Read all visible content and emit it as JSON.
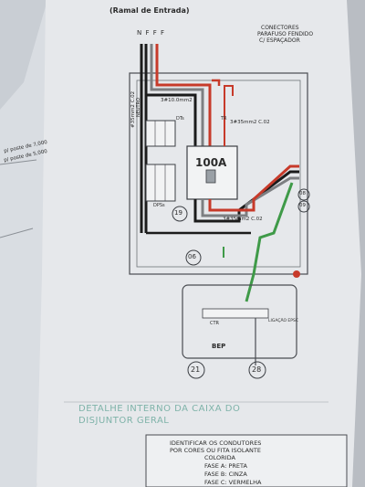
{
  "photo": {
    "paper_color": "#e6e8eb",
    "background_color": "#2a2d33",
    "ink_color": "#2b2b2b",
    "accent_color": "#7fb3a9",
    "phase_colors": {
      "a": "#1b1b1b",
      "b": "#7d7f82",
      "c": "#c73a2a",
      "neutral": "#3a7fc2",
      "ground": "#3f9a48"
    }
  },
  "diagram": {
    "title": "(Ramal de Entrada)",
    "phase_labels": "N F F F",
    "connectors_note": [
      "CONECTORES",
      "PARAFUSO FENDIDO",
      "C/ ESPAÇADOR"
    ],
    "cable_spec_left": "#35mm2 C.02",
    "cable_spec_top": "3#10.0mm2",
    "cable_spec_right": "3#35mm2 C.02",
    "cable_spec_bottom": "3#35mm2 C.02",
    "neutral_label": "NEUTRO",
    "breaker_labels": {
      "dts": "DTs",
      "dps": "DPSs",
      "tr": "TR"
    },
    "main_breaker": "100A",
    "callouts": {
      "c19": "19",
      "c06": "06",
      "c08": "08",
      "c09": "09",
      "c21": "21",
      "c28": "28"
    },
    "bep_label": "BEP",
    "ground_label": "LIGAÇÃO EPSC",
    "ctr_label": "CTR"
  },
  "caption": [
    "DETALHE INTERNO DA CAIXA DO",
    "DISJUNTOR GERAL"
  ],
  "legend": {
    "lines": [
      "IDENTIFICAR OS CONDUTORES",
      "POR CORES OU FITA ISOLANTE",
      "COLORIDA",
      "FASE A: PRETA",
      "FASE B: CINZA",
      "FASE C: VERMELHA"
    ]
  },
  "side_sheet": [
    "p/ poste de 7,000",
    "p/ poste de 5,000"
  ]
}
